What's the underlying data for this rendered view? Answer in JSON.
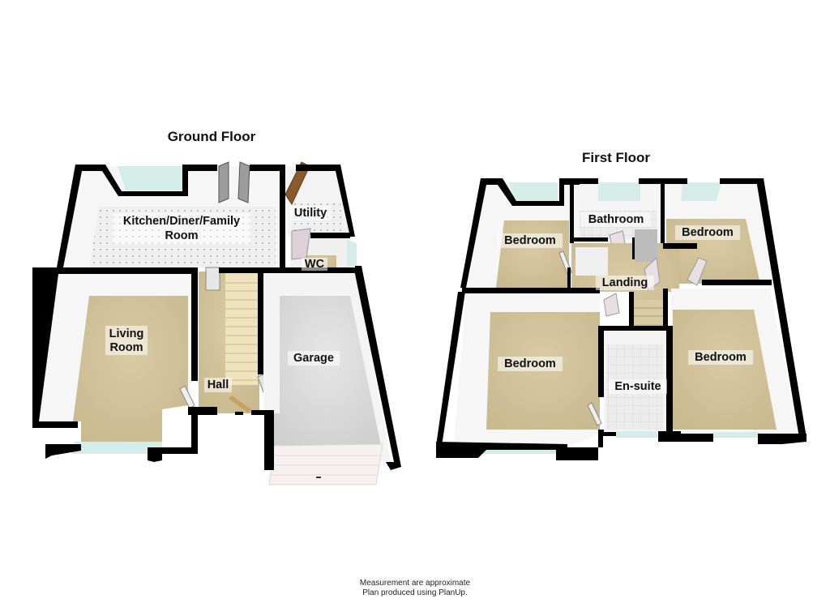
{
  "floors": [
    {
      "title": "Ground Floor",
      "rooms": [
        {
          "id": "kitchen",
          "lines": [
            "Kitchen/Diner/Family",
            "Room"
          ],
          "floor": "tile"
        },
        {
          "id": "utility",
          "lines": [
            "Utility"
          ],
          "floor": "tile"
        },
        {
          "id": "wc",
          "lines": [
            "WC"
          ],
          "floor": "carpet"
        },
        {
          "id": "living",
          "lines": [
            "Living",
            "Room"
          ],
          "floor": "carpet"
        },
        {
          "id": "hall",
          "lines": [
            "Hall"
          ],
          "floor": "carpet"
        },
        {
          "id": "garage",
          "lines": [
            "Garage"
          ],
          "floor": "concrete"
        }
      ]
    },
    {
      "title": "First Floor",
      "rooms": [
        {
          "id": "bedroom-nw",
          "lines": [
            "Bedroom"
          ],
          "floor": "carpet"
        },
        {
          "id": "bathroom",
          "lines": [
            "Bathroom"
          ],
          "floor": "tile"
        },
        {
          "id": "bedroom-ne",
          "lines": [
            "Bedroom"
          ],
          "floor": "carpet"
        },
        {
          "id": "landing",
          "lines": [
            "Landing"
          ],
          "floor": "carpet"
        },
        {
          "id": "bedroom-sw",
          "lines": [
            "Bedroom"
          ],
          "floor": "carpet"
        },
        {
          "id": "ensuite",
          "lines": [
            "En-suite"
          ],
          "floor": "tile"
        },
        {
          "id": "bedroom-se",
          "lines": [
            "Bedroom"
          ],
          "floor": "carpet"
        }
      ]
    }
  ],
  "footer": {
    "line1": "Measurement are approximate",
    "line2": "Plan produced using PlanUp."
  },
  "colors": {
    "wall": "#000000",
    "carpet": "#cfc09a",
    "tile": "#ececec",
    "concrete": "#d9d9d9",
    "glass": "#d4ede8",
    "inner_wall": "#f4f4f4"
  }
}
